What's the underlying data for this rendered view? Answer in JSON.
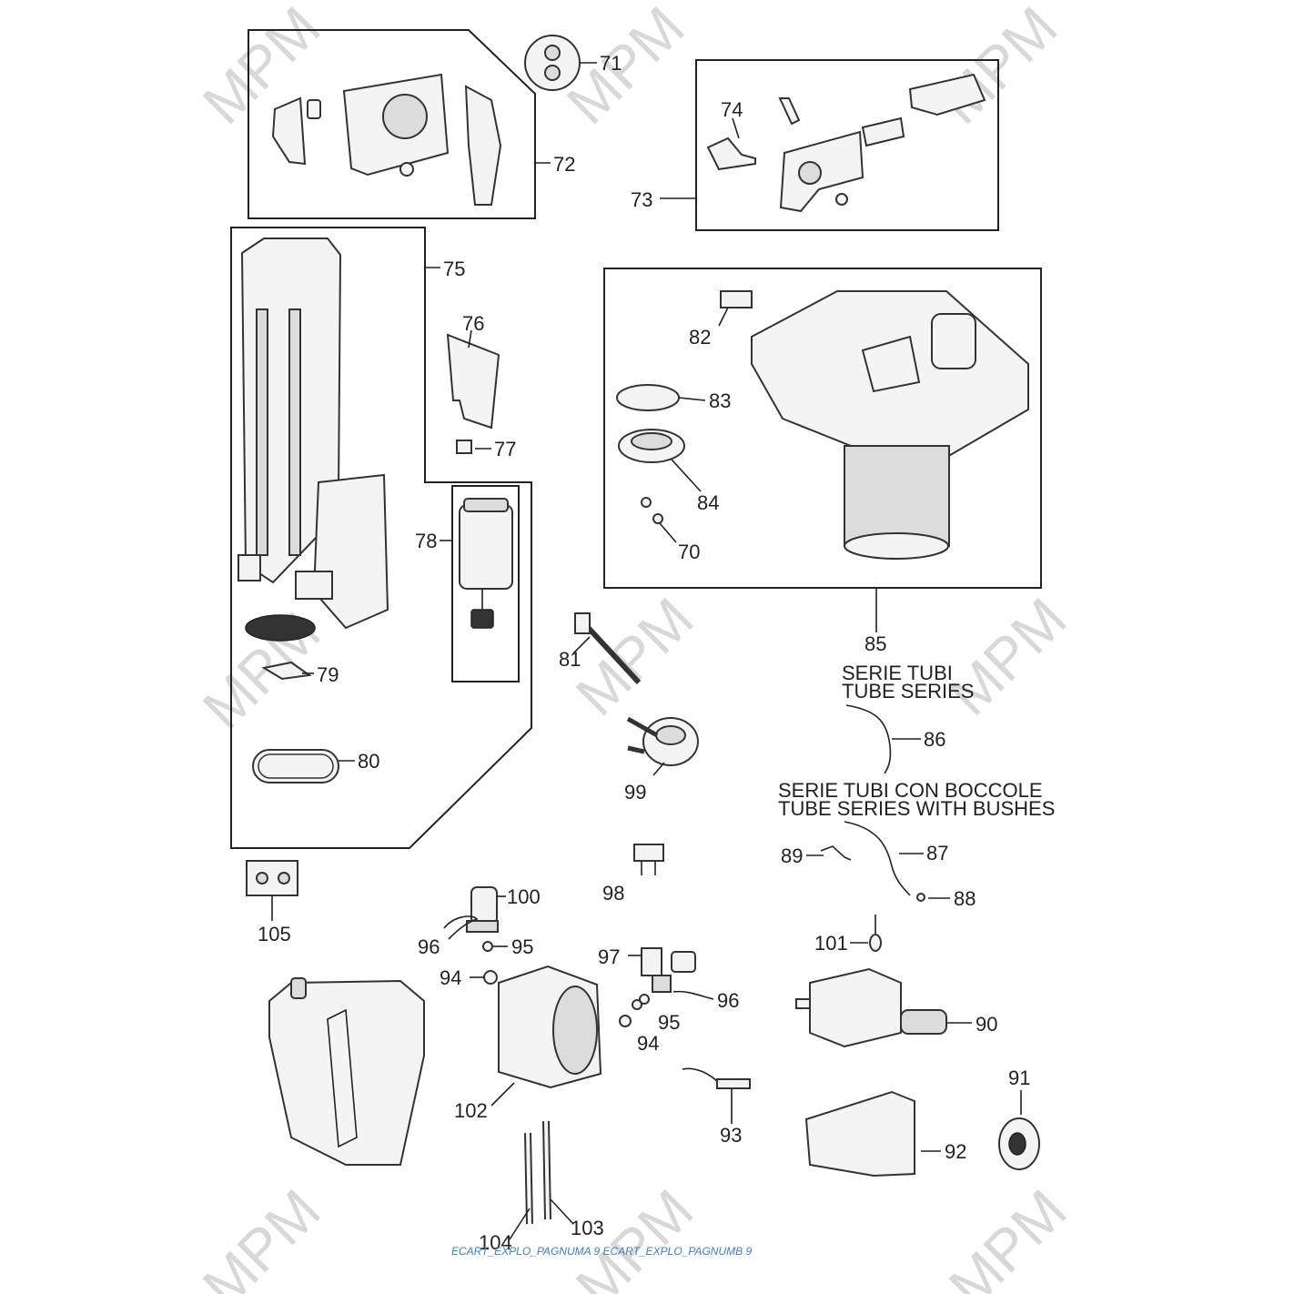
{
  "watermark": "MPM",
  "footer": "ECART_EXPLO_PAGNUMA 9 ECART_EXPLO_PAGNUMB 9",
  "callouts": {
    "c70": "70",
    "c71": "71",
    "c72": "72",
    "c73": "73",
    "c74": "74",
    "c75": "75",
    "c76": "76",
    "c77": "77",
    "c78": "78",
    "c79": "79",
    "c80": "80",
    "c81": "81",
    "c82": "82",
    "c83": "83",
    "c84": "84",
    "c85": "85",
    "c86": "86",
    "c87": "87",
    "c88": "88",
    "c89": "89",
    "c90": "90",
    "c91": "91",
    "c92": "92",
    "c93": "93",
    "c94a": "94",
    "c94b": "94",
    "c95a": "95",
    "c95b": "95",
    "c96a": "96",
    "c96b": "96",
    "c97": "97",
    "c98": "98",
    "c99": "99",
    "c100": "100",
    "c101": "101",
    "c102": "102",
    "c103": "103",
    "c104": "104",
    "c105": "105"
  },
  "captions": {
    "tube_series_it": "SERIE TUBI",
    "tube_series_en": "TUBE SERIES",
    "bushes_it": "SERIE TUBI CON BOCCOLE",
    "bushes_en": "TUBE SERIES WITH BUSHES"
  }
}
